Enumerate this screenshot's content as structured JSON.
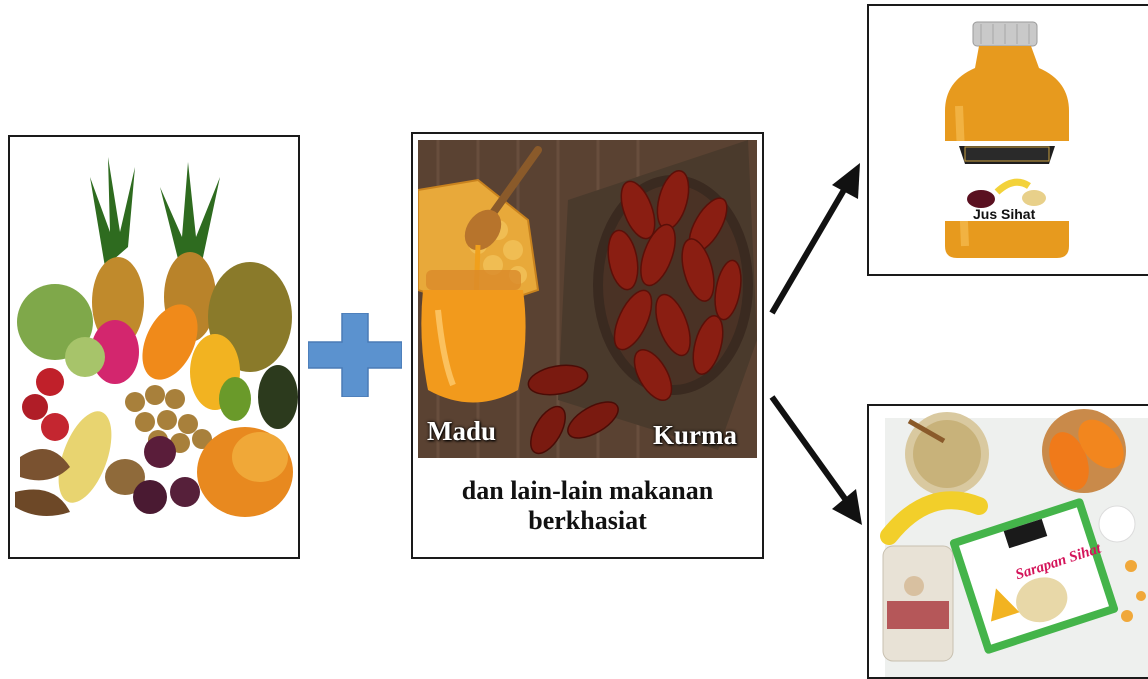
{
  "middle": {
    "honey_label": "Madu",
    "dates_label": "Kurma",
    "caption_line1": "dan lain-lain makanan",
    "caption_line2": "berkhasiat"
  },
  "juice": {
    "bottle_label": "Jus Sihat"
  },
  "breakfast": {
    "pack_label": "Sarapan Sihat"
  },
  "colors": {
    "plus": "#5b92cf",
    "border": "#1a1a1a",
    "arrow": "#111111"
  },
  "icons": [
    "plus-icon",
    "arrow-up-right-icon",
    "arrow-down-right-icon"
  ]
}
